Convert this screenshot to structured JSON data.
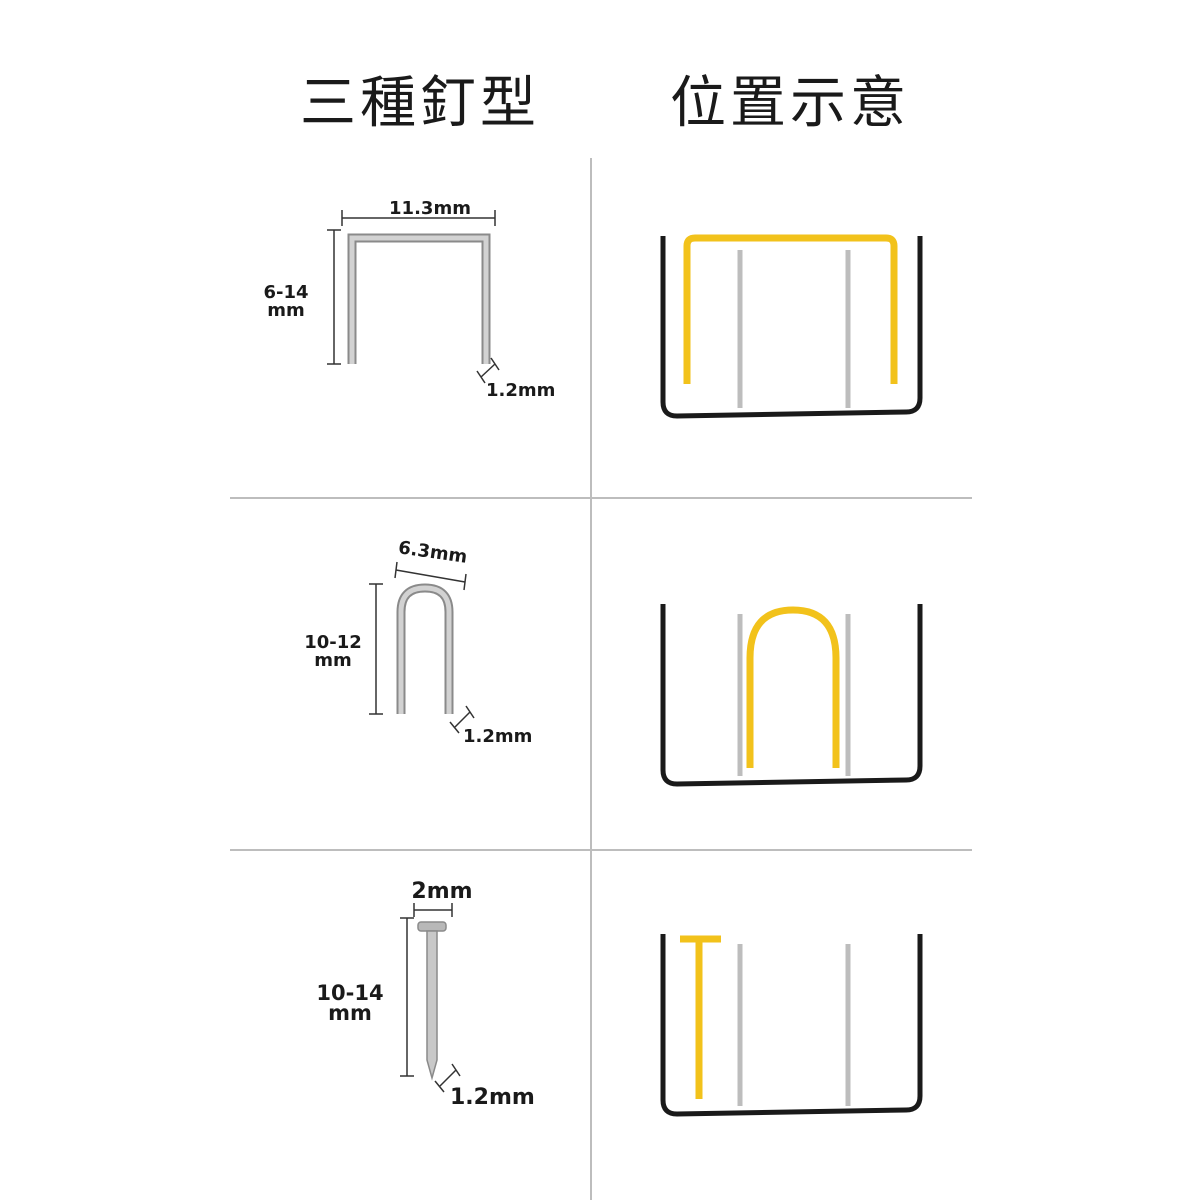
{
  "headers": {
    "left": "三種釘型",
    "right": "位置示意"
  },
  "colors": {
    "staple_fill": "#c4c4c4",
    "staple_edge": "#8a8a8a",
    "placement_highlight": "#f2c21b",
    "board_outline": "#1a1a1a",
    "guide_line": "#bdbdbd",
    "divider": "#bdbdbd"
  },
  "nails": [
    {
      "type_icon": "flat-crown-staple",
      "width": "11.3mm",
      "height_line1": "6-14",
      "height_line2": "mm",
      "wire": "1.2mm"
    },
    {
      "type_icon": "u-type-staple",
      "width": "6.3mm",
      "height_line1": "10-12",
      "height_line2": "mm",
      "wire": "1.2mm"
    },
    {
      "type_icon": "t-head-brad-nail",
      "width": "2mm",
      "height_line1": "10-14",
      "height_line2": "mm",
      "wire": "1.2mm"
    }
  ]
}
